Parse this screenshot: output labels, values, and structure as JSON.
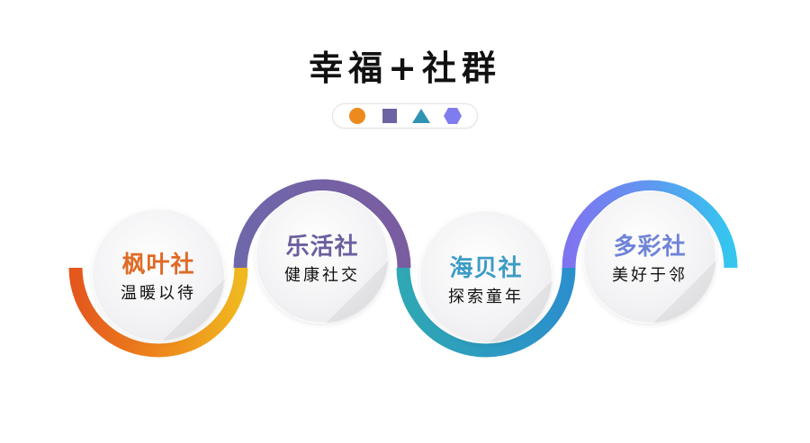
{
  "header": {
    "title": "幸福+社群"
  },
  "legend": {
    "shapes": [
      {
        "name": "circle",
        "color": "#ec8a1e"
      },
      {
        "name": "square",
        "color": "#6c63a3"
      },
      {
        "name": "triangle",
        "color": "#2f93b3"
      },
      {
        "name": "hexagon",
        "color": "#7f7cf0"
      }
    ]
  },
  "communities": [
    {
      "name": "枫叶社",
      "slogan": "温暖以待",
      "title_color": "#e06a25",
      "arc_colors": [
        "#e4571d",
        "#f0b020"
      ],
      "arc_direction": "bottom"
    },
    {
      "name": "乐活社",
      "slogan": "健康社交",
      "title_color": "#6c5f9e",
      "arc_colors": [
        "#6e63a8",
        "#7a5ea0"
      ],
      "arc_direction": "top"
    },
    {
      "name": "海贝社",
      "slogan": "探索童年",
      "title_color": "#3b9cc6",
      "arc_colors": [
        "#2fa6b6",
        "#2e8fcb"
      ],
      "arc_direction": "bottom"
    },
    {
      "name": "多彩社",
      "slogan": "美好于邻",
      "title_color": "#6f84d8",
      "arc_colors": [
        "#7d78f0",
        "#36c3ef"
      ],
      "arc_direction": "top"
    }
  ]
}
